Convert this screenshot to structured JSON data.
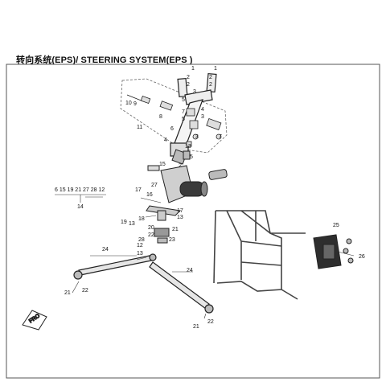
{
  "title": "转向系统(EPS)/ STEERING SYSTEM(EPS )",
  "callouts": [
    "1",
    "2",
    "3",
    "4",
    "5",
    "6",
    "7",
    "8",
    "9",
    "10",
    "11",
    "12",
    "13",
    "14",
    "15",
    "16",
    "17",
    "18",
    "19",
    "20",
    "21",
    "22",
    "23",
    "24",
    "25",
    "26",
    "27",
    "28"
  ],
  "group_14": {
    "parts": "6 15 19 21 27 28 12",
    "number": "14"
  },
  "front_indicator": "FRO",
  "colors": {
    "line": "#222222",
    "frame": "#444444",
    "shade": "#9a9a9a"
  }
}
